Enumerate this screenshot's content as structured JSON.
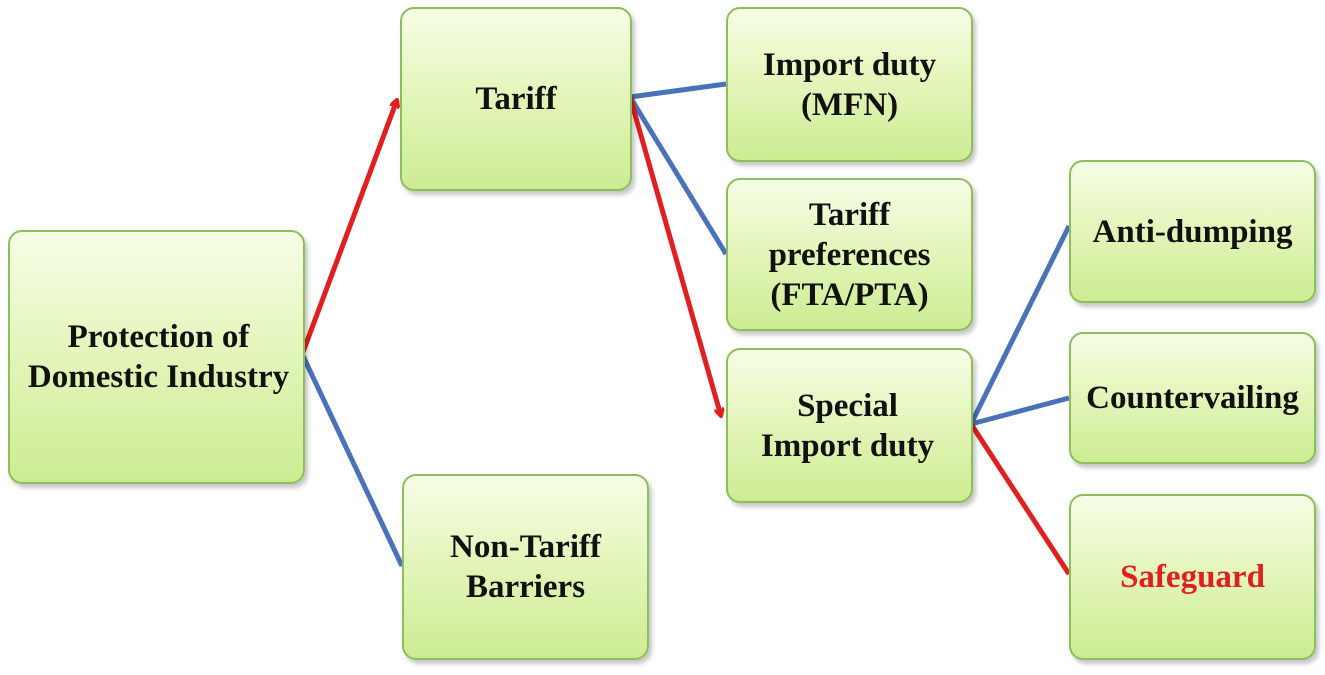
{
  "diagram": {
    "nodes": {
      "root": "Protection of\nDomestic Industry",
      "tariff": "Tariff",
      "non_tariff": "Non-Tariff\nBarriers",
      "import_duty": "Import duty\n(MFN)",
      "tariff_preferences": "Tariff\npreferences\n(FTA/PTA)",
      "special_import_duty": "Special\nImport duty",
      "anti_dumping": "Anti-dumping",
      "countervailing": "Countervailing",
      "safeguard": "Safeguard"
    },
    "colors": {
      "highlight_path": "#e02020",
      "branch": "#4a72b8",
      "box_fill": "#dff5b0",
      "box_border": "#8cbf5a",
      "highlight_text": "#e02020"
    }
  }
}
